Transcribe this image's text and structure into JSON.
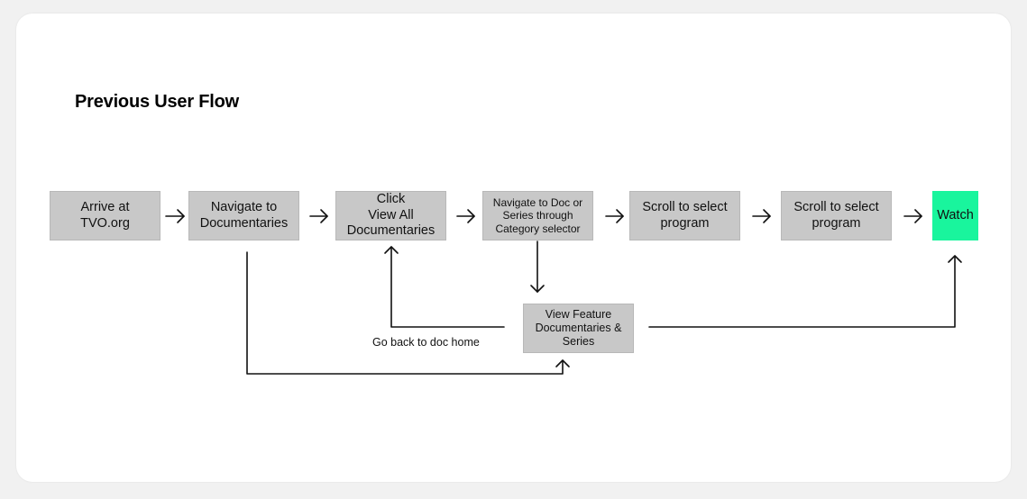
{
  "title": "Previous User Flow",
  "colors": {
    "node_fill": "#c8c8c8",
    "node_border": "#b0b0b0",
    "watch_fill": "#19f59d",
    "line": "#111111"
  },
  "nodes": {
    "arrive": "Arrive at\nTVO.org",
    "navigate_docs": "Navigate to\nDocumentaries",
    "click_view_all": "Click\nView All\nDocumentaries",
    "navigate_category": "Navigate to Doc or\nSeries through\nCategory selector",
    "scroll_1": "Scroll to select\nprogram",
    "scroll_2": "Scroll to select\nprogram",
    "watch": "Watch",
    "view_feature": "View Feature\nDocumentaries &\nSeries"
  },
  "edge_labels": {
    "go_back": "Go back to doc home"
  }
}
